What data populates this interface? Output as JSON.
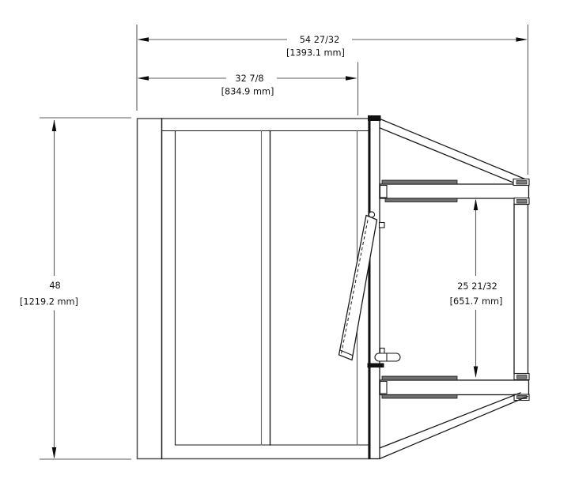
{
  "drawing": {
    "view": "side-elevation-technical-drawing"
  },
  "dimensions": {
    "overall_width": {
      "inches": "54 27/32",
      "metric": "[1393.1 mm]"
    },
    "panel_width": {
      "inches": "32 7/8",
      "metric": "[834.9 mm]"
    },
    "overall_height": {
      "inches": "48",
      "metric": "[1219.2 mm]"
    },
    "opening_height": {
      "inches": "25 21/32",
      "metric": "[651.7 mm]"
    }
  },
  "colors": {
    "line": "#1a1a1a",
    "dimension_line": "#5c5c5c",
    "background": "#ffffff"
  }
}
